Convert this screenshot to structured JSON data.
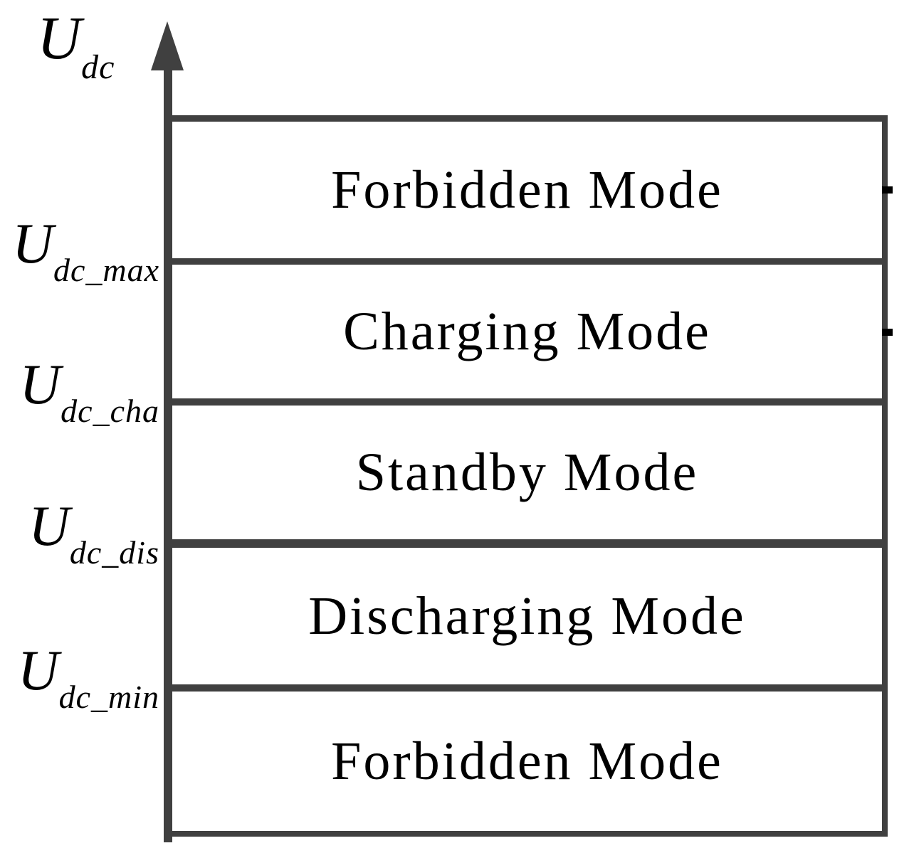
{
  "figure": {
    "axis": {
      "base": "U",
      "subscript": "dc"
    },
    "bands": [
      {
        "label": "Forbidden Mode"
      },
      {
        "label": "Charging Mode"
      },
      {
        "label": "Standby Mode"
      },
      {
        "label": "Discharging Mode"
      },
      {
        "label": "Forbidden Mode"
      }
    ],
    "thresholds": [
      {
        "base": "U",
        "subscript": "dc_max"
      },
      {
        "base": "U",
        "subscript": "dc_cha"
      },
      {
        "base": "U",
        "subscript": "dc_dis"
      },
      {
        "base": "U",
        "subscript": "dc_min"
      }
    ],
    "colors": {
      "line": "#404040",
      "text": "#000000",
      "tick": "#000000",
      "background": "#ffffff"
    }
  }
}
